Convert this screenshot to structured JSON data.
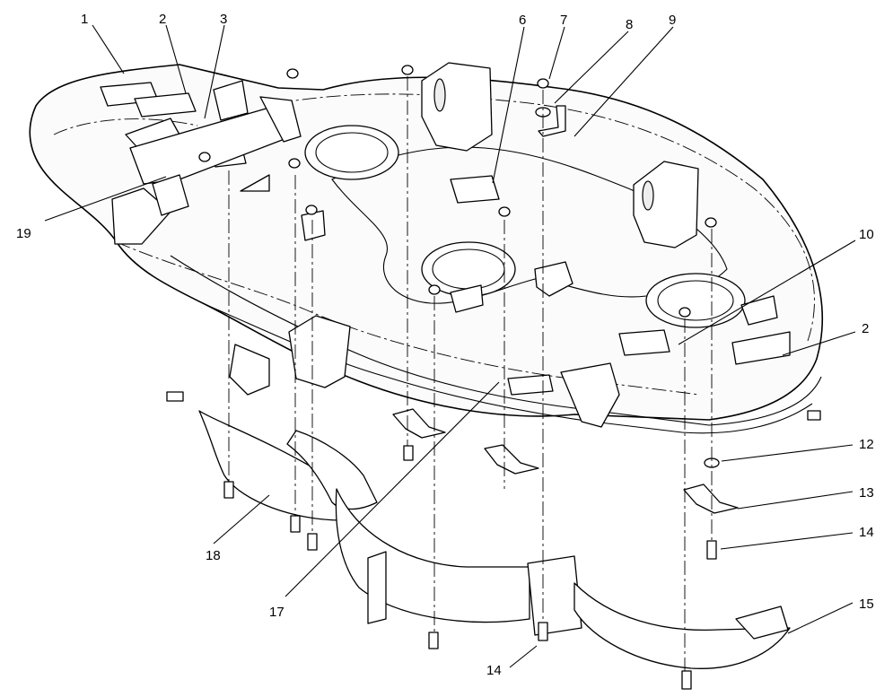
{
  "diagram": {
    "callouts": [
      {
        "id": "c1",
        "label": "1"
      },
      {
        "id": "c2a",
        "label": "2"
      },
      {
        "id": "c3",
        "label": "3"
      },
      {
        "id": "c6",
        "label": "6"
      },
      {
        "id": "c7",
        "label": "7"
      },
      {
        "id": "c8",
        "label": "8"
      },
      {
        "id": "c9",
        "label": "9"
      },
      {
        "id": "c19",
        "label": "19"
      },
      {
        "id": "c10",
        "label": "10"
      },
      {
        "id": "c2b",
        "label": "2"
      },
      {
        "id": "c12",
        "label": "12"
      },
      {
        "id": "c13",
        "label": "13"
      },
      {
        "id": "c14a",
        "label": "14"
      },
      {
        "id": "c18",
        "label": "18"
      },
      {
        "id": "c15",
        "label": "15"
      },
      {
        "id": "c17",
        "label": "17"
      },
      {
        "id": "c14b",
        "label": "14"
      }
    ]
  }
}
